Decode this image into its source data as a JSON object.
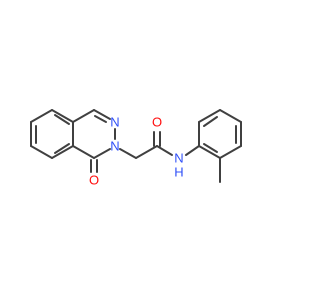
{
  "molecule": {
    "atoms": {
      "n_ring_1": {
        "symbol": "N",
        "color": "#3050F8"
      },
      "n_ring_2": {
        "symbol": "N",
        "color": "#3050F8"
      },
      "o_lactam": {
        "symbol": "O",
        "color": "#FF0D0D"
      },
      "o_amide": {
        "symbol": "O",
        "color": "#FF0D0D"
      },
      "n_amide": {
        "symbol": "N",
        "color": "#3050F8"
      },
      "h_amide": {
        "symbol": "H",
        "color": "#3050F8"
      }
    },
    "bond_color": "#404040"
  }
}
